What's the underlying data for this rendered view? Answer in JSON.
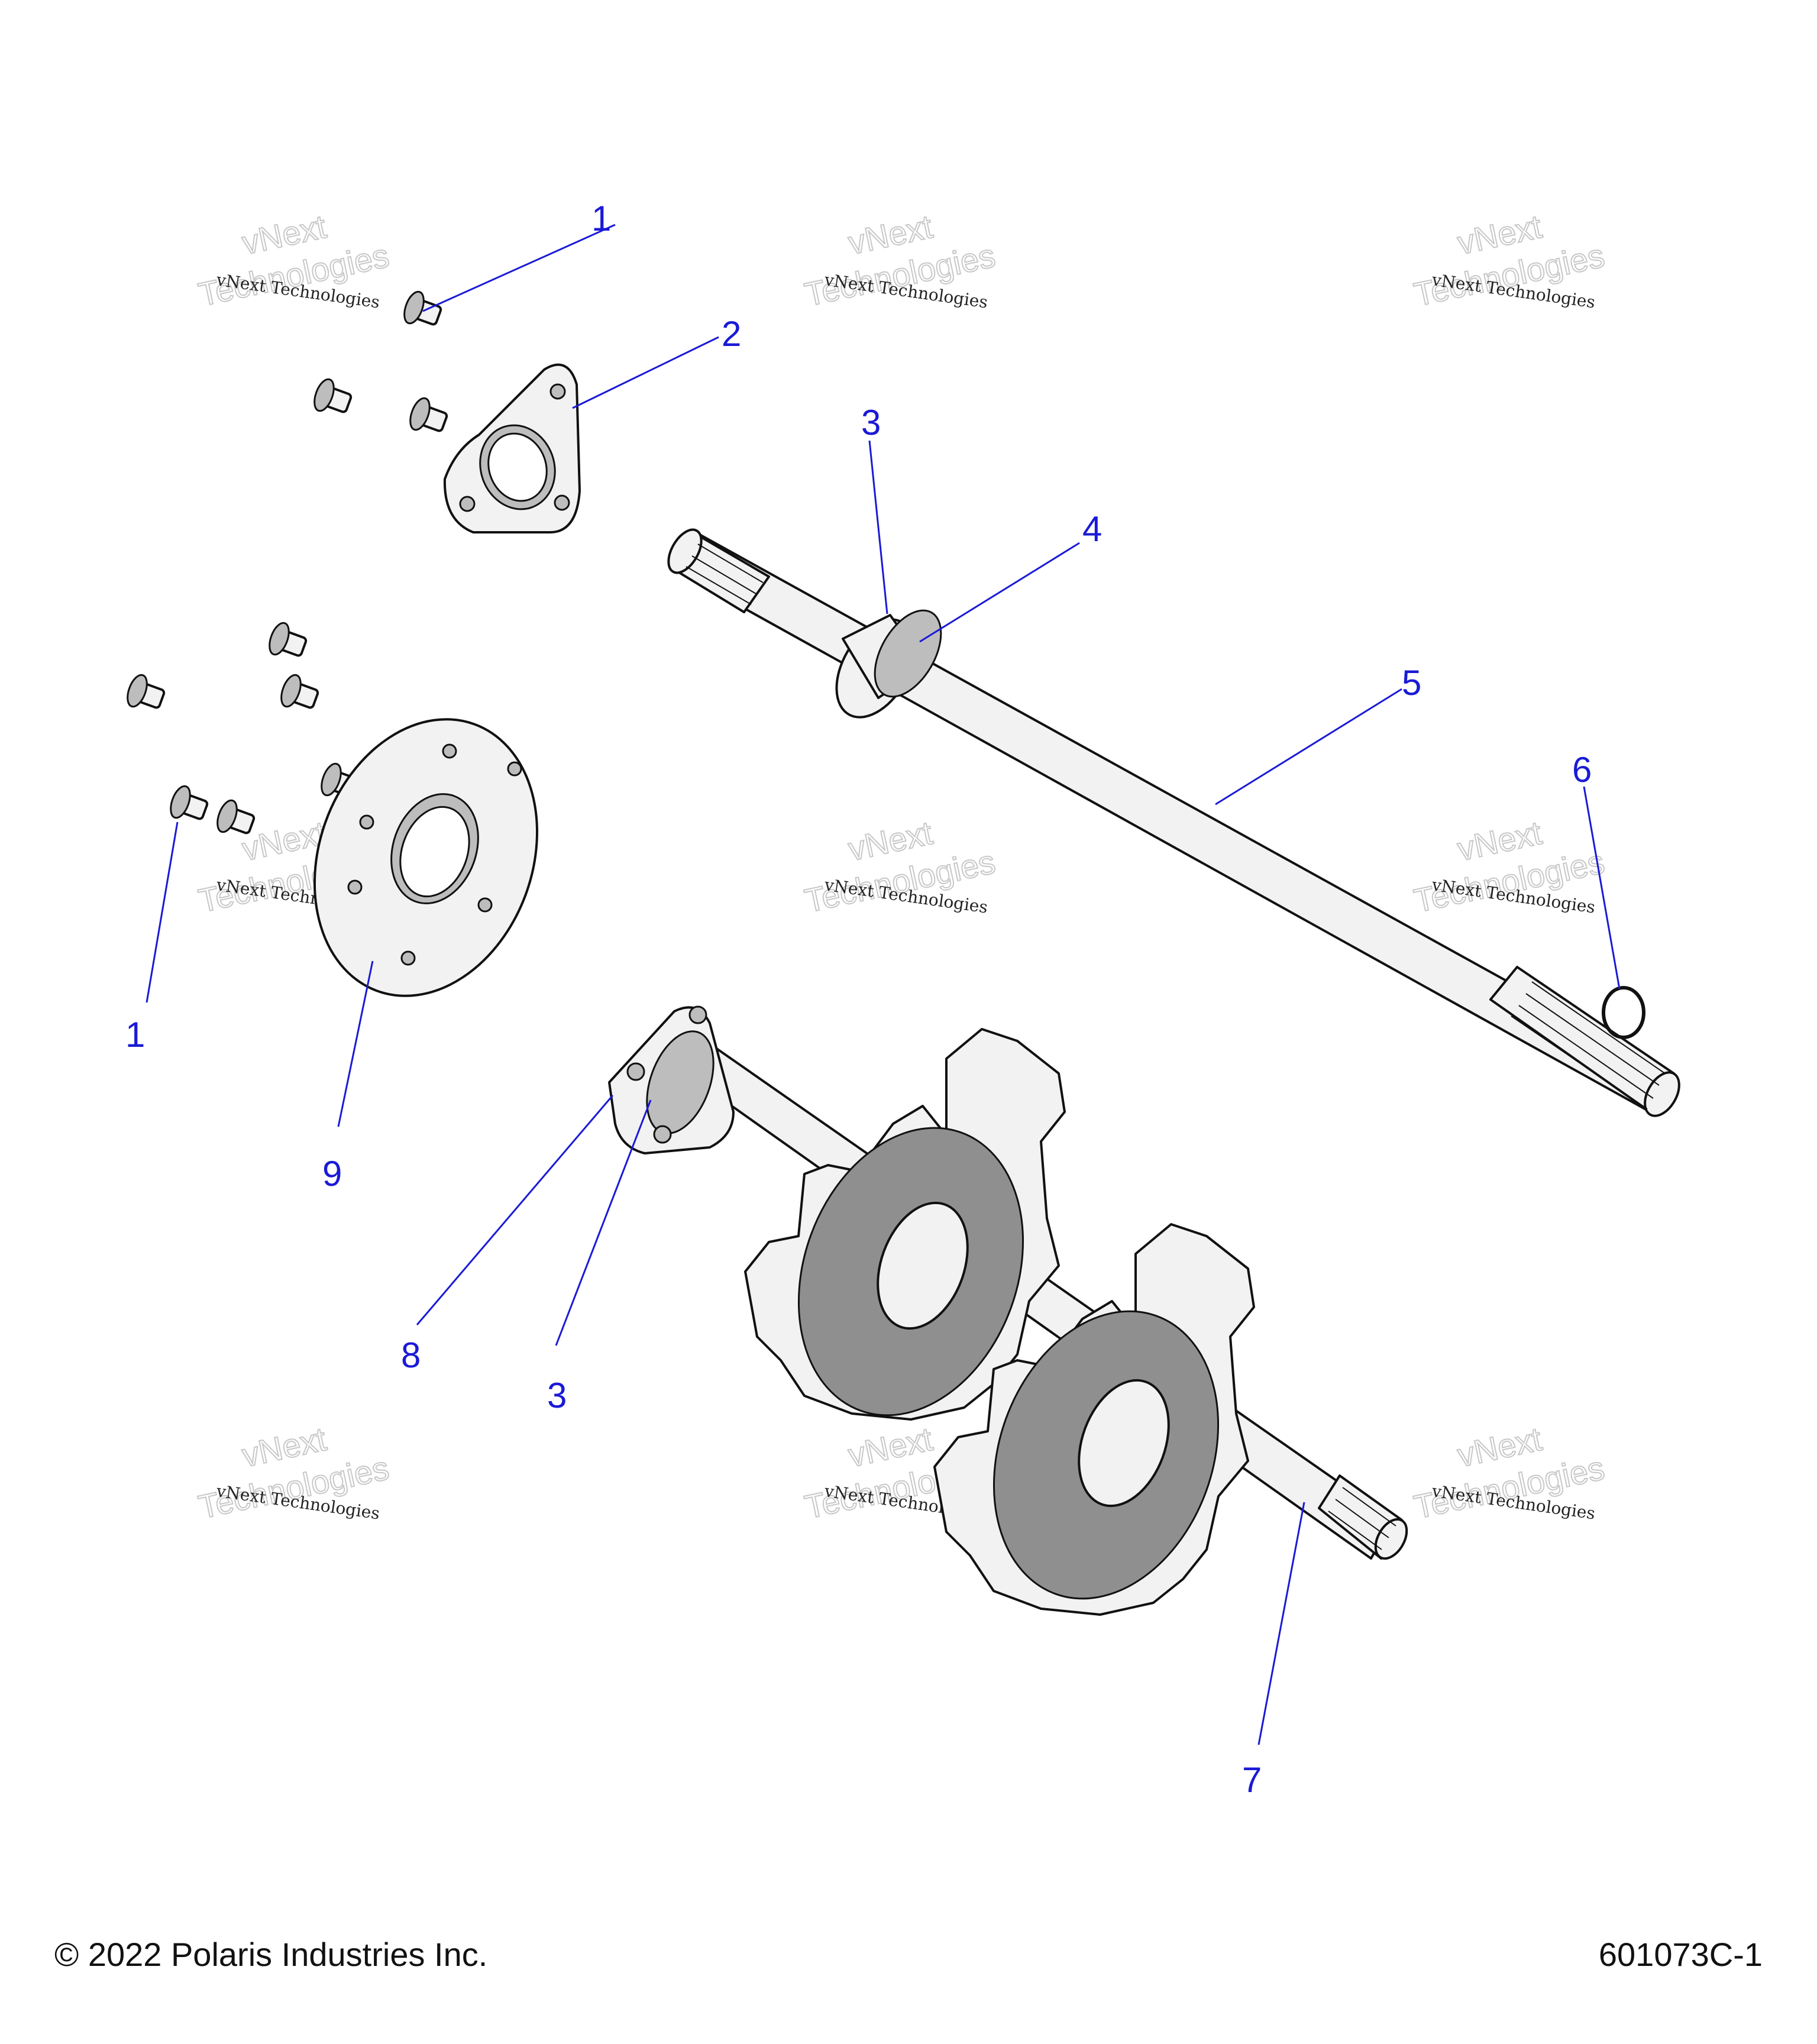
{
  "callouts": [
    {
      "id": "c1a",
      "label": "1"
    },
    {
      "id": "c2",
      "label": "2"
    },
    {
      "id": "c3a",
      "label": "3"
    },
    {
      "id": "c4",
      "label": "4"
    },
    {
      "id": "c5",
      "label": "5"
    },
    {
      "id": "c6",
      "label": "6"
    },
    {
      "id": "c1b",
      "label": "1"
    },
    {
      "id": "c9",
      "label": "9"
    },
    {
      "id": "c8",
      "label": "8"
    },
    {
      "id": "c3b",
      "label": "3"
    },
    {
      "id": "c7",
      "label": "7"
    }
  ],
  "watermark": {
    "line1": "vNext Technologies",
    "line2": "Technologies",
    "line3": "vNext"
  },
  "footer": {
    "copyright": "© 2022 Polaris Industries Inc.",
    "code": "601073C-1"
  },
  "colors": {
    "callout": "#1a1ad6",
    "outline": "#111111"
  }
}
